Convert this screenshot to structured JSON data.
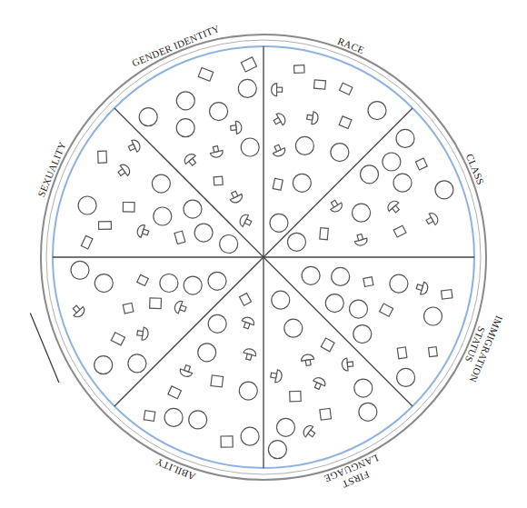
{
  "diagram": {
    "labels": [
      "GENDER IDENTITY",
      "RACE",
      "CLASS",
      "IMMIGRATION STATUS",
      "FIRST LANGUAGE",
      "ABILITY",
      "SEXUALITY"
    ]
  }
}
